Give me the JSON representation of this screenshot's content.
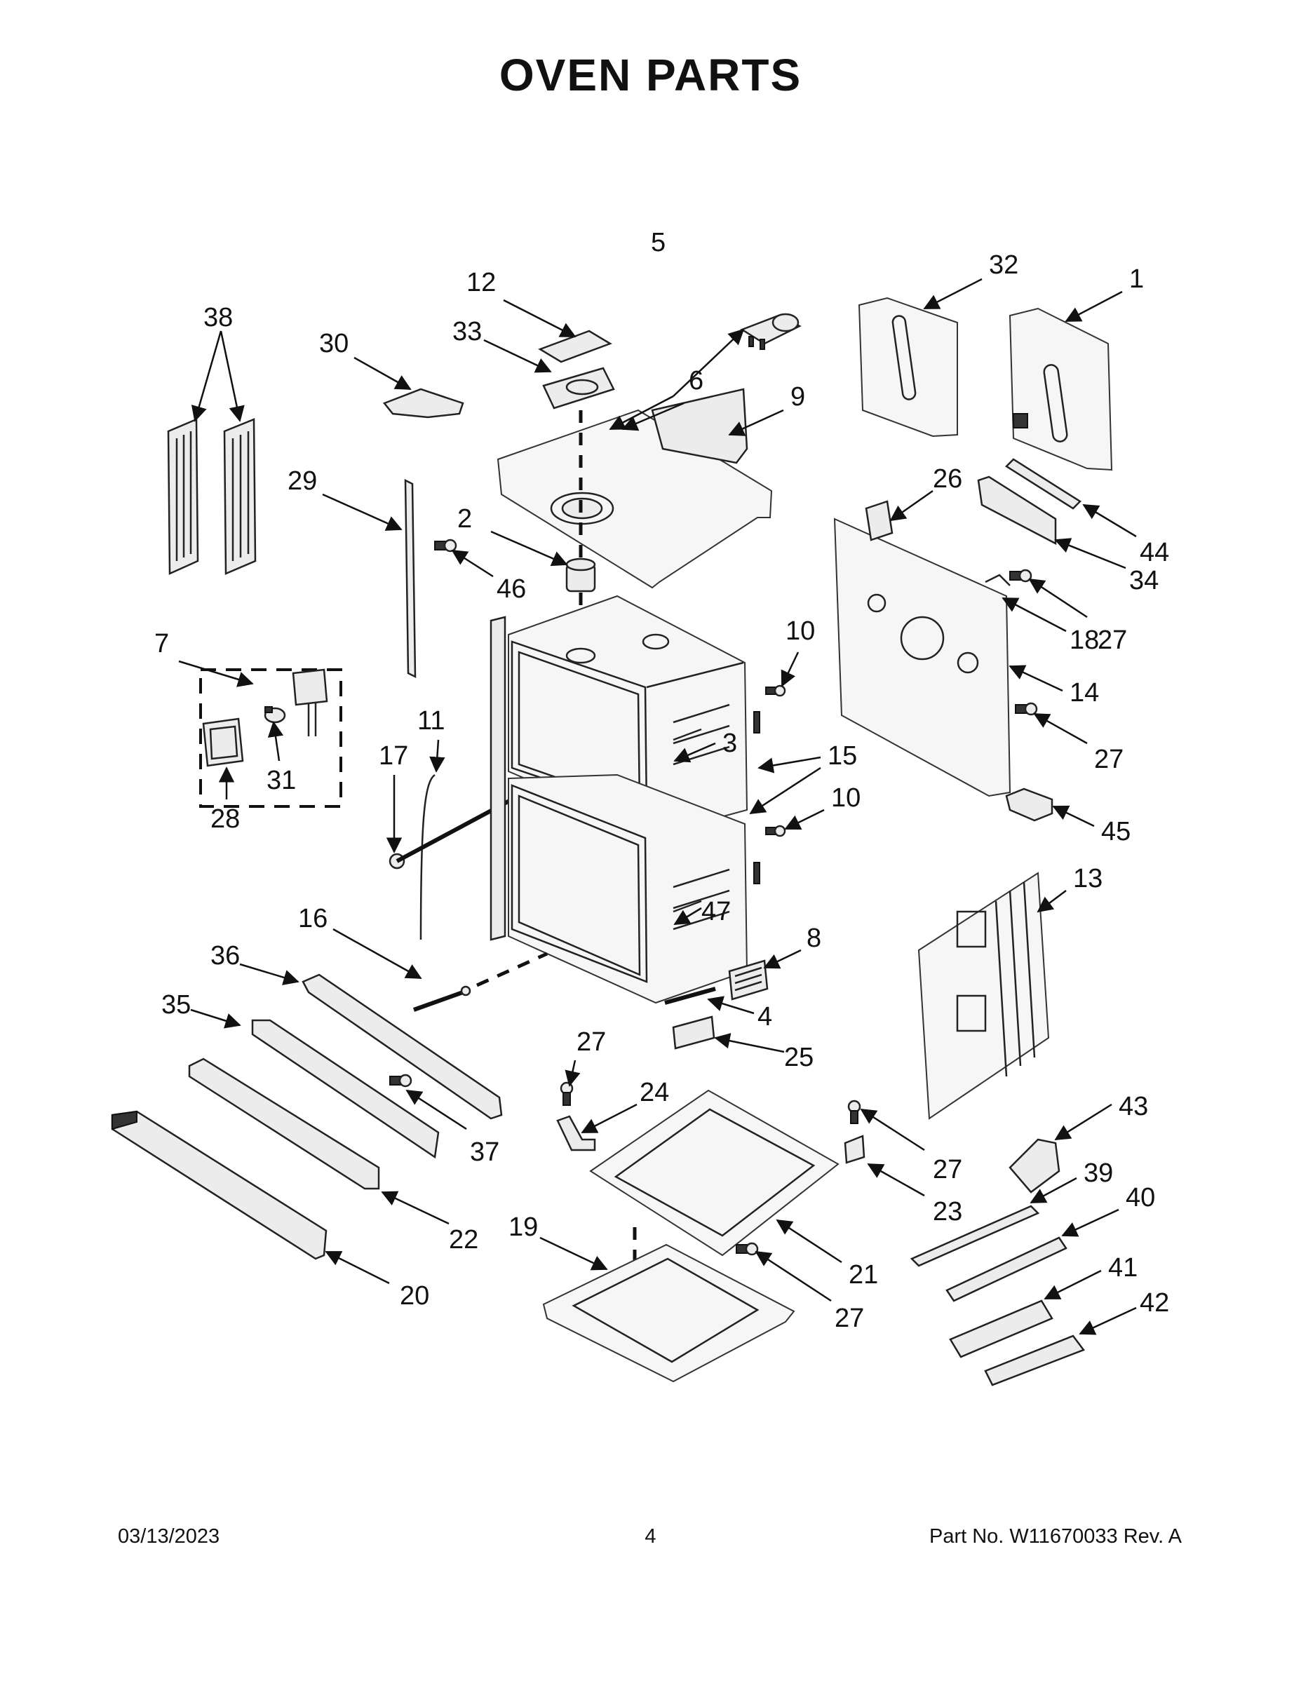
{
  "title": "OVEN PARTS",
  "footer": {
    "date": "03/13/2023",
    "page": "4",
    "part_number": "Part No.  W11670033  Rev.  A"
  },
  "callouts": {
    "c1": "1",
    "c2": "2",
    "c3": "3",
    "c4": "4",
    "c5": "5",
    "c6": "6",
    "c7": "7",
    "c8": "8",
    "c9": "9",
    "c10a": "10",
    "c10b": "10",
    "c11": "11",
    "c12": "12",
    "c13": "13",
    "c14": "14",
    "c15": "15",
    "c16": "16",
    "c17": "17",
    "c18": "18",
    "c19": "19",
    "c20": "20",
    "c21": "21",
    "c22": "22",
    "c23": "23",
    "c24": "24",
    "c25": "25",
    "c26": "26",
    "c27a": "27",
    "c27b": "27",
    "c27c": "27",
    "c27d": "27",
    "c27e": "27",
    "c28": "28",
    "c29": "29",
    "c30": "30",
    "c31": "31",
    "c32": "32",
    "c33": "33",
    "c34": "34",
    "c35": "35",
    "c36": "36",
    "c37": "37",
    "c38": "38",
    "c39": "39",
    "c40": "40",
    "c41": "41",
    "c42": "42",
    "c43": "43",
    "c44": "44",
    "c45": "45",
    "c46": "46",
    "c47": "47"
  }
}
